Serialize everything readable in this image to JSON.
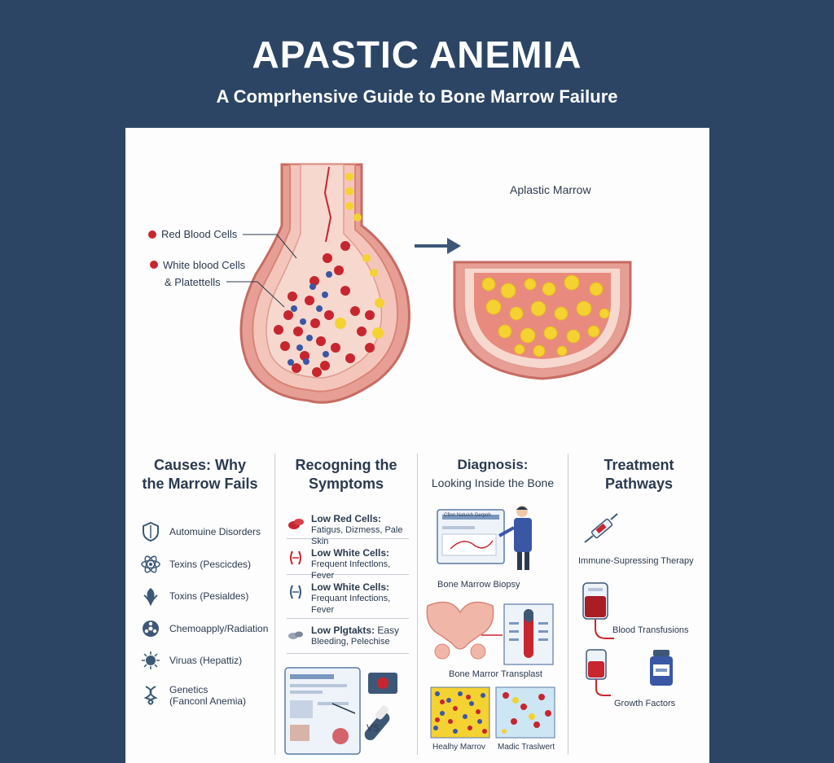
{
  "header": {
    "title": "APASTIC ANEMIA",
    "subtitle": "A Comprhensive Guide to Bone Marrow Failure"
  },
  "hero": {
    "label_red": "Red Blood Cells",
    "label_white_1": "White blood Cells",
    "label_white_2": "& Platettells",
    "aplastic_label": "Aplastic Marrow"
  },
  "causes": {
    "heading_1": "Causes: Why",
    "heading_2": "the Marrow Fails",
    "items": [
      {
        "label": "Automuine Disorders",
        "icon": "shield-icon"
      },
      {
        "label": "Texins (Pescicdes)",
        "icon": "atom-icon"
      },
      {
        "label": "Toxins (Pesialdes)",
        "icon": "leaf-icon"
      },
      {
        "label": "Chemoapply/Radiation",
        "icon": "radiation-icon"
      },
      {
        "label": "Viruas (Hepattiz)",
        "icon": "virus-icon"
      },
      {
        "label": "Genetics",
        "label2": "(Fanconl Anemia)",
        "icon": "dna-icon"
      }
    ]
  },
  "symptoms": {
    "heading_1": "Recogning the",
    "heading_2": "Symptoms",
    "items": [
      {
        "title": "Low Red Cells:",
        "desc": "Fatigus, Dizmess, Pale Skin",
        "icon": "red-cell-icon"
      },
      {
        "title": "Low White Cells:",
        "desc": "Frequent Infectlons, Fever",
        "icon": "white-cell-icon"
      },
      {
        "title": "Low White Cells:",
        "desc": "Frequant Infections,",
        "desc2": "Fever",
        "icon": "white-cell-icon"
      },
      {
        "title": "Low Plgtakts:",
        "title_rest": " Easy",
        "desc": "Bleeding, Pelechise",
        "icon": "platelet-icon"
      }
    ],
    "vs_label": "VS"
  },
  "diagnosis": {
    "heading_1": "Diagnosis:",
    "heading_2": "Looking Inside the Bone",
    "screen_title": "Cfinn Natuish Gerpoh",
    "biopsy_caption": "Bone Marrow Biopsy",
    "transplant_caption": "Bone Marror Transplast",
    "healthy_caption": "Healhy Marrov",
    "madic_caption": "Madic Traslwert"
  },
  "treatment": {
    "heading_1": "Treatment",
    "heading_2": "Pathways",
    "items": [
      {
        "label": "Immune-Supressing Therapy",
        "icon": "syringe-icon"
      },
      {
        "label": "Blood Transfusions",
        "icon": "blood-bag-icon"
      },
      {
        "label": "Growth Factors",
        "icon": "medicine-bottle-icon"
      }
    ]
  },
  "colors": {
    "background": "#2c4565",
    "panel": "#fdfdfd",
    "red_cell": "#c7262f",
    "white_cell": "#3a57a6",
    "yellow_fat": "#f3d232",
    "bone": "#e8a29a"
  }
}
